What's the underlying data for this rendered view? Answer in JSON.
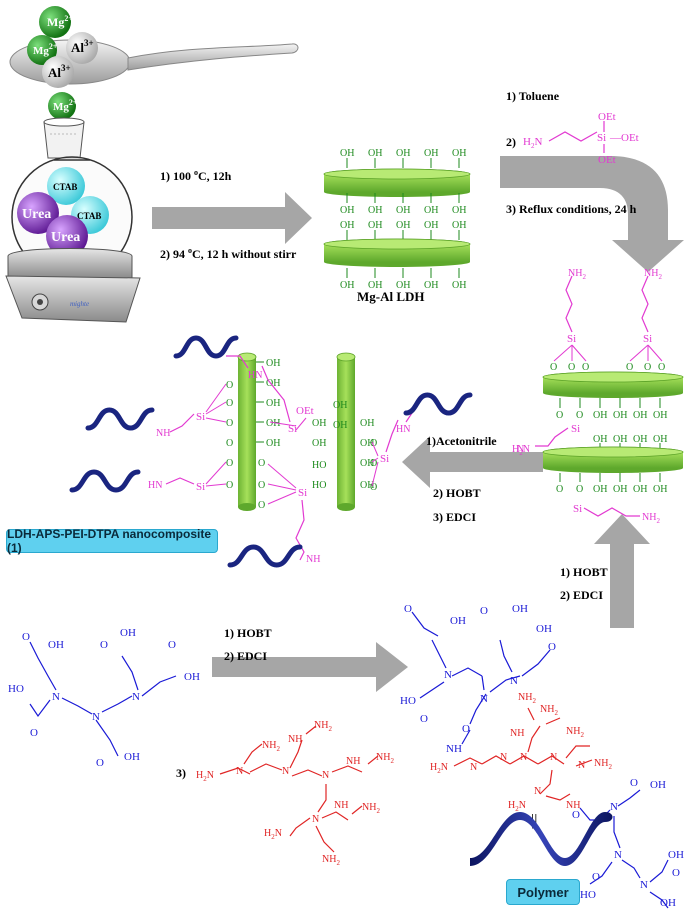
{
  "colors": {
    "ldh_disk": "#8ed24a",
    "ldh_disk_dark": "#5aa126",
    "hydroxyl": "#1d8a1d",
    "aps": "#e23ad1",
    "dtpa": "#1a1ad6",
    "pei": "#e02525",
    "polymer_wave": "#1a2580",
    "arrow": "#a6a6a6",
    "mg_ion": "#2e9a2e",
    "ctab": "#5fe3ef",
    "urea": "#8a2cc8",
    "label_box": "#5fd0ef"
  },
  "ions": {
    "mg": "Mg",
    "mg_charge": "2+",
    "al": "Al",
    "al_charge": "3+"
  },
  "flask": {
    "ctab": "CTAB",
    "urea": "Urea",
    "stirrer_brand": "mighte"
  },
  "step1": {
    "line1": "1) 100 ",
    "o": "o",
    "line1b": "C, 12h",
    "line2": "2) 94 ",
    "line2b": "C, 12 h without stirr"
  },
  "ldh": {
    "label": "Mg-Al LDH",
    "oh": "OH"
  },
  "step2": {
    "line1": "1) Toluene",
    "line2": "2)",
    "line3": "3) Reflux conditions, 24 h"
  },
  "aps_reagent": {
    "h2n": "H",
    "h2n_sub": "2",
    "n": "N",
    "si": "Si",
    "oet": "OEt",
    "oet2": "—OEt"
  },
  "functionalized": {
    "nh2": "NH",
    "nh2_sub": "2",
    "si": "Si",
    "o": "O",
    "oh": "OH"
  },
  "step3": {
    "line1": "1)Acetonitrile",
    "line2": "2) HOBT",
    "line3": "3) EDCI"
  },
  "nanocomposite": {
    "label": "LDH-APS-PEI-DTPA nanocomposite (1)",
    "nh": "NH",
    "hn": "HN",
    "si": "Si",
    "oet": "OEt",
    "o": "O",
    "oh": "OH",
    "ho": "HO"
  },
  "step4": {
    "line1": "1) HOBT",
    "line2": "2) EDCI"
  },
  "step5": {
    "line1": "1) HOBT",
    "line2": "2) EDCI",
    "line3": "3)"
  },
  "dtpa": {
    "oh": "OH",
    "n": "N",
    "o": "O",
    "ho": "HO"
  },
  "pei": {
    "nh2": "NH",
    "h2n": "H",
    "sub2": "2",
    "n": "N",
    "nh": "NH"
  },
  "polymer": {
    "label": "Polymer",
    "equiv": "||",
    "nh": "NH",
    "o": "O",
    "oh": "OH",
    "ho": "HO",
    "n": "N"
  }
}
